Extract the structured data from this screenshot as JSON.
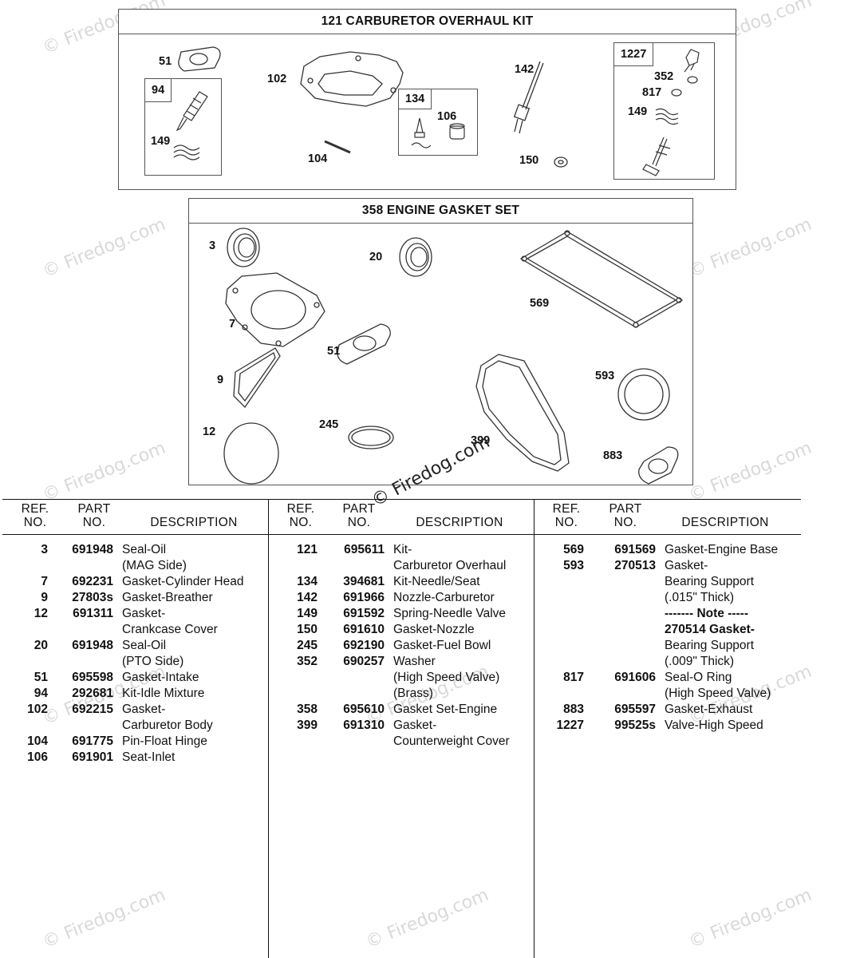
{
  "kits": {
    "carburetor": {
      "title": "121 CARBURETOR OVERHAUL KIT",
      "labels": {
        "l51": "51",
        "l102": "102",
        "l142": "142",
        "l1227": "1227",
        "l94": "94",
        "l149a": "149",
        "l134": "134",
        "l106": "106",
        "l104": "104",
        "l150": "150",
        "l352": "352",
        "l817": "817",
        "l149b": "149"
      }
    },
    "gasket": {
      "title": "358 ENGINE GASKET SET",
      "labels": {
        "l3": "3",
        "l20": "20",
        "l569": "569",
        "l7": "7",
        "l51": "51",
        "l9": "9",
        "l593": "593",
        "l12": "12",
        "l245": "245",
        "l399": "399",
        "l883": "883"
      }
    }
  },
  "watermarks": {
    "light": "© Firedog.com",
    "center": "© Firedog.com"
  },
  "table": {
    "headers": {
      "ref_line1": "REF.",
      "ref_line2": "NO.",
      "part_line1": "PART",
      "part_line2": "NO.",
      "desc": "DESCRIPTION"
    },
    "columns": [
      {
        "rows": [
          {
            "ref": "3",
            "part": "691948",
            "desc": "Seal-Oil"
          },
          {
            "ref": "",
            "part": "",
            "desc": "(MAG Side)"
          },
          {
            "ref": "7",
            "part": "692231",
            "desc": "Gasket-Cylinder Head"
          },
          {
            "ref": "9",
            "part": "27803s",
            "desc": "Gasket-Breather"
          },
          {
            "ref": "12",
            "part": "691311",
            "desc": "Gasket-"
          },
          {
            "ref": "",
            "part": "",
            "desc": "Crankcase Cover"
          },
          {
            "ref": "20",
            "part": "691948",
            "desc": "Seal-Oil"
          },
          {
            "ref": "",
            "part": "",
            "desc": "(PTO Side)"
          },
          {
            "ref": "51",
            "part": "695598",
            "desc": "Gasket-Intake"
          },
          {
            "ref": "94",
            "part": "292681",
            "desc": "Kit-Idle Mixture"
          },
          {
            "ref": "102",
            "part": "692215",
            "desc": "Gasket-"
          },
          {
            "ref": "",
            "part": "",
            "desc": "Carburetor Body"
          },
          {
            "ref": "104",
            "part": "691775",
            "desc": "Pin-Float Hinge"
          },
          {
            "ref": "106",
            "part": "691901",
            "desc": "Seat-Inlet"
          }
        ]
      },
      {
        "rows": [
          {
            "ref": "121",
            "part": "695611",
            "desc": "Kit-"
          },
          {
            "ref": "",
            "part": "",
            "desc": "Carburetor Overhaul"
          },
          {
            "ref": "134",
            "part": "394681",
            "desc": "Kit-Needle/Seat"
          },
          {
            "ref": "142",
            "part": "691966",
            "desc": "Nozzle-Carburetor"
          },
          {
            "ref": "149",
            "part": "691592",
            "desc": "Spring-Needle Valve"
          },
          {
            "ref": "150",
            "part": "691610",
            "desc": "Gasket-Nozzle"
          },
          {
            "ref": "245",
            "part": "692190",
            "desc": "Gasket-Fuel Bowl"
          },
          {
            "ref": "352",
            "part": "690257",
            "desc": "Washer"
          },
          {
            "ref": "",
            "part": "",
            "desc": "(High Speed Valve)"
          },
          {
            "ref": "",
            "part": "",
            "desc": "(Brass)"
          },
          {
            "ref": "358",
            "part": "695610",
            "desc": "Gasket Set-Engine"
          },
          {
            "ref": "399",
            "part": "691310",
            "desc": "Gasket-"
          },
          {
            "ref": "",
            "part": "",
            "desc": "Counterweight Cover"
          }
        ]
      },
      {
        "rows": [
          {
            "ref": "569",
            "part": "691569",
            "desc": "Gasket-Engine Base"
          },
          {
            "ref": "593",
            "part": "270513",
            "desc": "Gasket-"
          },
          {
            "ref": "",
            "part": "",
            "desc": "Bearing Support"
          },
          {
            "ref": "",
            "part": "",
            "desc": "(.015\" Thick)"
          },
          {
            "ref": "",
            "part": "",
            "desc": "------- Note -----",
            "note": true
          },
          {
            "ref": "",
            "part": "",
            "desc": "270514 Gasket-",
            "note": true
          },
          {
            "ref": "",
            "part": "",
            "desc": "Bearing Support"
          },
          {
            "ref": "",
            "part": "",
            "desc": "(.009\" Thick)"
          },
          {
            "ref": "817",
            "part": "691606",
            "desc": "Seal-O Ring"
          },
          {
            "ref": "",
            "part": "",
            "desc": "(High Speed Valve)"
          },
          {
            "ref": "883",
            "part": "695597",
            "desc": "Gasket-Exhaust"
          },
          {
            "ref": "1227",
            "part": "99525s",
            "desc": "Valve-High Speed"
          }
        ]
      }
    ]
  }
}
